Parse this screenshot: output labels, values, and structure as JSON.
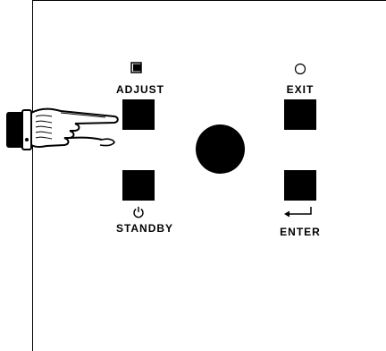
{
  "buttons": {
    "adjust": {
      "label": "ADJUST",
      "icon": "adjust-square-icon"
    },
    "exit": {
      "label": "EXIT",
      "icon": "exit-circle-icon"
    },
    "standby": {
      "label": "STANDBY",
      "icon": "power-icon"
    },
    "enter": {
      "label": "ENTER",
      "icon": "enter-return-icon"
    }
  },
  "colors": {
    "button": "#000000",
    "background": "#ffffff"
  }
}
